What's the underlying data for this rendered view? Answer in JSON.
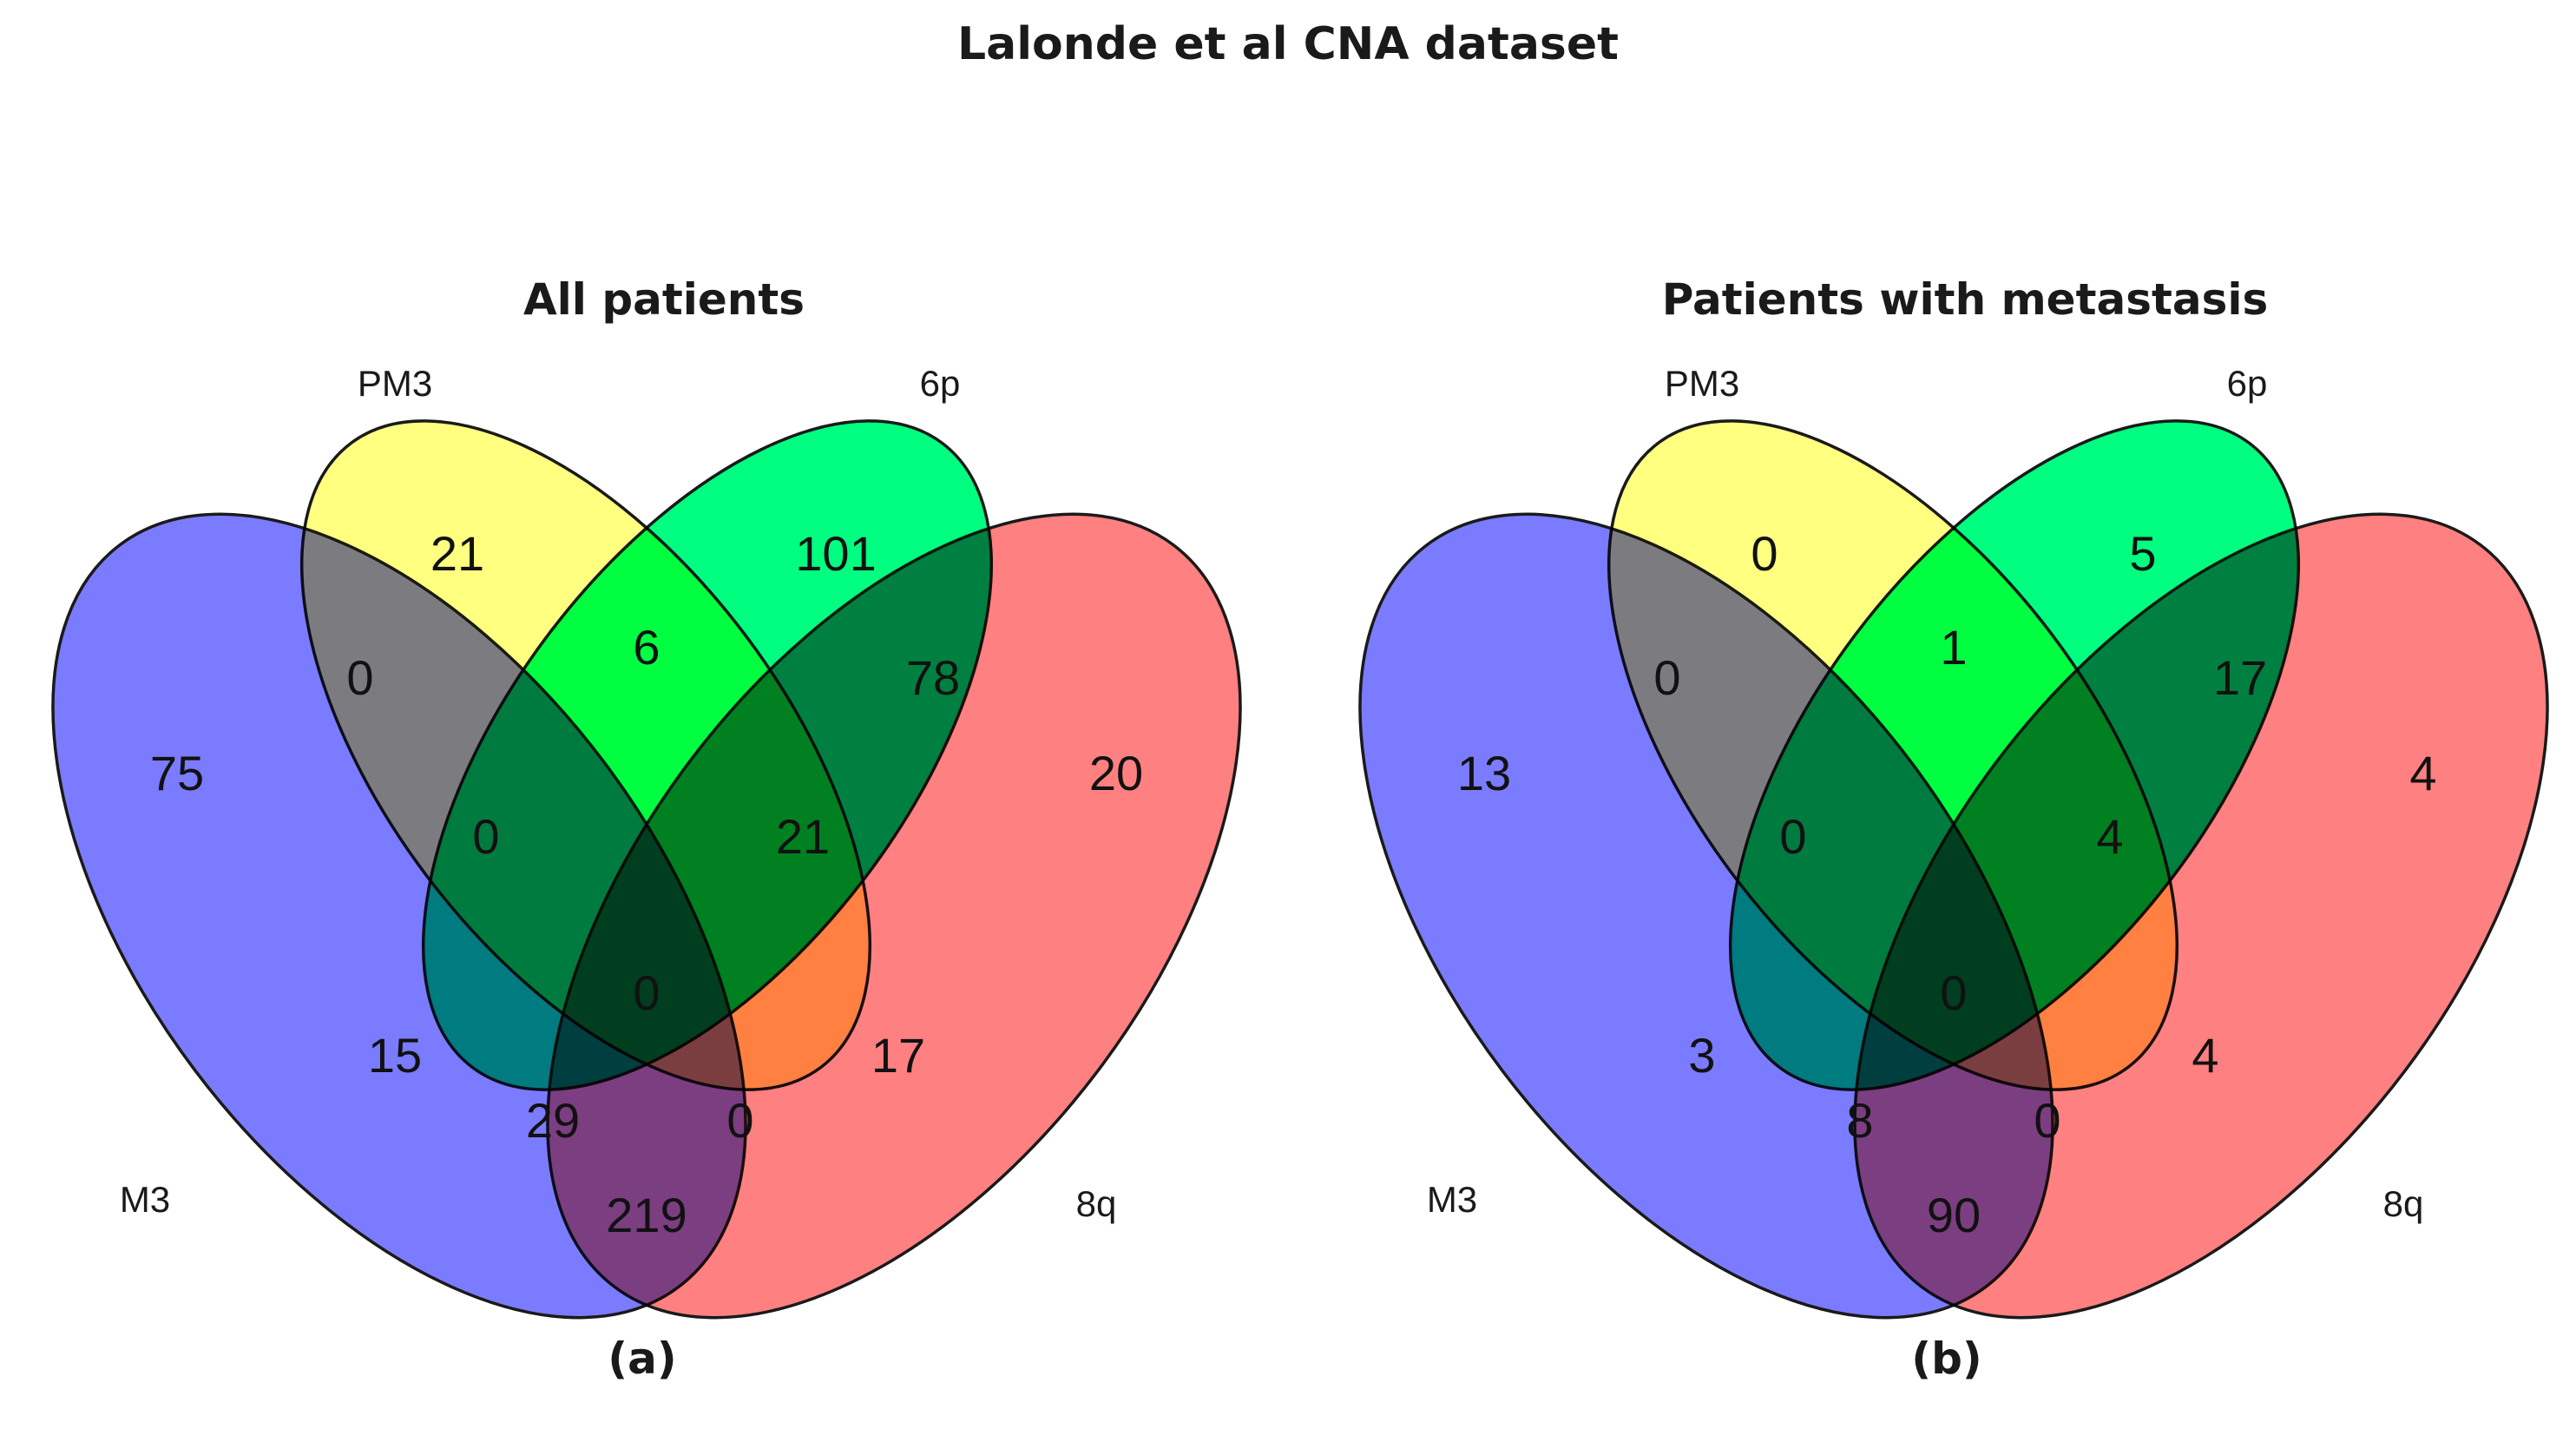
{
  "title": "Lalonde et al CNA dataset",
  "sets": [
    {
      "name": "M3",
      "color": "#7b7bff"
    },
    {
      "name": "PM3",
      "color": "#ffff80"
    },
    {
      "name": "6p",
      "color": "#00ff80"
    },
    {
      "name": "8q",
      "color": "#ff8080"
    }
  ],
  "panels": [
    {
      "title": "All patients",
      "caption": "(a)",
      "labels": {
        "M3": "M3",
        "PM3": "PM3",
        "6p": "6p",
        "8q": "8q"
      },
      "regions": {
        "M3_only": "75",
        "PM3_only": "21",
        "6p_only": "101",
        "8q_only": "20",
        "M3_PM3": "0",
        "PM3_6p": "6",
        "6p_8q": "78",
        "M3_PM3_6p": "0",
        "PM3_6p_8q": "21",
        "M3_6p": "15",
        "PM3_8q": "17",
        "all_four": "0",
        "M3_6p_8q": "29",
        "M3_PM3_8q": "0",
        "M3_8q": "219"
      }
    },
    {
      "title": "Patients with metastasis",
      "caption": "(b)",
      "labels": {
        "M3": "M3",
        "PM3": "PM3",
        "6p": "6p",
        "8q": "8q"
      },
      "regions": {
        "M3_only": "13",
        "PM3_only": "0",
        "6p_only": "5",
        "8q_only": "4",
        "M3_PM3": "0",
        "PM3_6p": "1",
        "6p_8q": "17",
        "M3_PM3_6p": "0",
        "PM3_6p_8q": "4",
        "M3_6p": "3",
        "PM3_8q": "4",
        "all_four": "0",
        "M3_6p_8q": "8",
        "M3_PM3_8q": "0",
        "M3_8q": "90"
      }
    }
  ]
}
